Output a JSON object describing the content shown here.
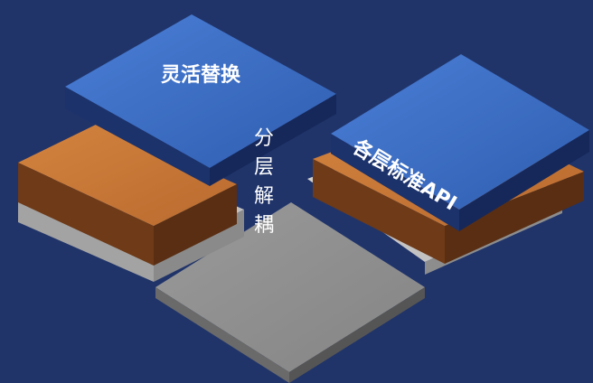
{
  "labels": {
    "flexible_replacement": "灵活替换",
    "layer_standard_api": "各层标准API",
    "layer_decoupling": [
      "分",
      "层",
      "解",
      "耦"
    ]
  },
  "colors": {
    "background": "#20346a",
    "blue_top": "#3f6fc3",
    "blue_side_left": "#1c326b",
    "blue_side_right": "#16285a",
    "orange_top": "#c87838",
    "orange_side_left": "#6e3a18",
    "orange_side_right": "#5a2e12",
    "gray_top": "#c9c9c9",
    "gray_side": "#9a9a9a",
    "dark_gray_top": "#8f8f8f",
    "dark_gray_side": "#5e5e5e"
  }
}
